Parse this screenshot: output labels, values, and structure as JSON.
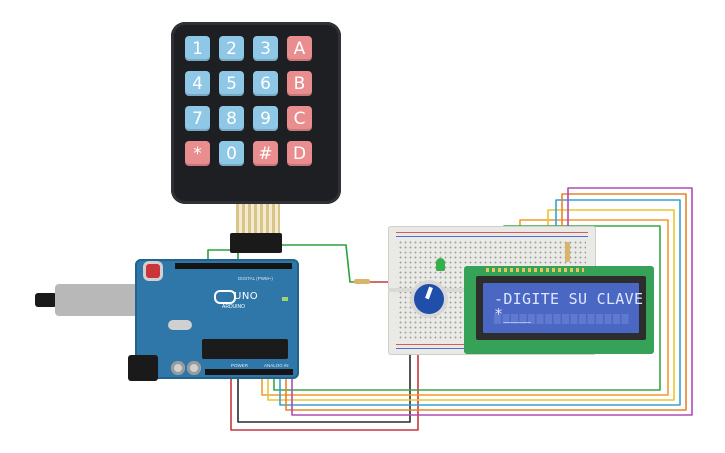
{
  "keypad": {
    "keys": [
      {
        "label": "1",
        "color": "blue"
      },
      {
        "label": "2",
        "color": "blue"
      },
      {
        "label": "3",
        "color": "blue"
      },
      {
        "label": "A",
        "color": "red"
      },
      {
        "label": "4",
        "color": "blue"
      },
      {
        "label": "5",
        "color": "blue"
      },
      {
        "label": "6",
        "color": "blue"
      },
      {
        "label": "B",
        "color": "red"
      },
      {
        "label": "7",
        "color": "blue"
      },
      {
        "label": "8",
        "color": "blue"
      },
      {
        "label": "9",
        "color": "blue"
      },
      {
        "label": "C",
        "color": "red"
      },
      {
        "label": "*",
        "color": "red"
      },
      {
        "label": "0",
        "color": "blue"
      },
      {
        "label": "#",
        "color": "red"
      },
      {
        "label": "D",
        "color": "red"
      }
    ]
  },
  "arduino": {
    "model": "UNO",
    "brand": "ARDUINO",
    "digital_label": "DIGITAL (PWM~)",
    "power_label": "POWER",
    "analog_label": "ANALOG IN"
  },
  "lcd": {
    "line1": "-DIGITE SU CLAVE",
    "line2": "*___"
  },
  "colors": {
    "key_blue": "#8fc7e7",
    "key_red": "#e98d8f",
    "board_blue": "#2e77a8",
    "lcd_green": "#36a257",
    "lcd_screen": "#4a67c4"
  }
}
